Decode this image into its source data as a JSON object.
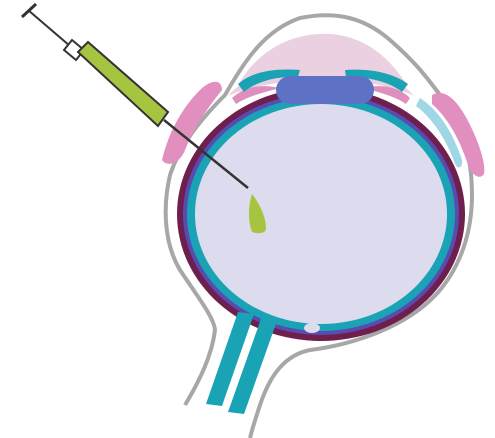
{
  "figure": {
    "parts": [
      "eyelid-upper",
      "eyelid-lower",
      "eye-outline",
      "cornea",
      "sclera",
      "choroid",
      "retina",
      "vitreous-body",
      "iris",
      "lens",
      "optic-nerve",
      "syringe",
      "needle",
      "injected-drug"
    ],
    "colors": {
      "outline": "#a7a7a7",
      "cornea": "#ead0e0",
      "sclera": "#6e1f4e",
      "choroid": "#5a4bb0",
      "retina": "#1aa3b5",
      "vitreous": "#dcdcee",
      "iris": "#1aa3b5",
      "lens": "#5e72c5",
      "ciliary": "#df8fbd",
      "eyelid": "#e08fbe",
      "eyelid_inner": "#9fd7e6",
      "syringe_barrel": "#a6c43f",
      "syringe_outline": "#333333",
      "drug": "#a6c43f"
    }
  }
}
